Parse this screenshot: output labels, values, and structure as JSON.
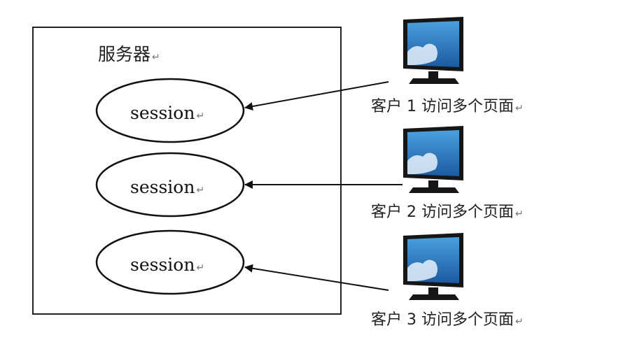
{
  "server": {
    "title": "服务器",
    "sessions": [
      "session",
      "session",
      "session"
    ]
  },
  "clients": [
    {
      "label": "客户 1 访问多个页面"
    },
    {
      "label": "客户 2 访问多个页面"
    },
    {
      "label": "客户 3 访问多个页面"
    }
  ],
  "paragraph_mark": "↵",
  "icons": {
    "computer": "monitor-icon",
    "arrow": "arrow-left-icon"
  },
  "colors": {
    "outline": "#222222",
    "screen_top": "#3f8fd0",
    "screen_bottom": "#1e5fa6",
    "cloud": "#e6f2fb",
    "monitor_body": "#161616"
  }
}
